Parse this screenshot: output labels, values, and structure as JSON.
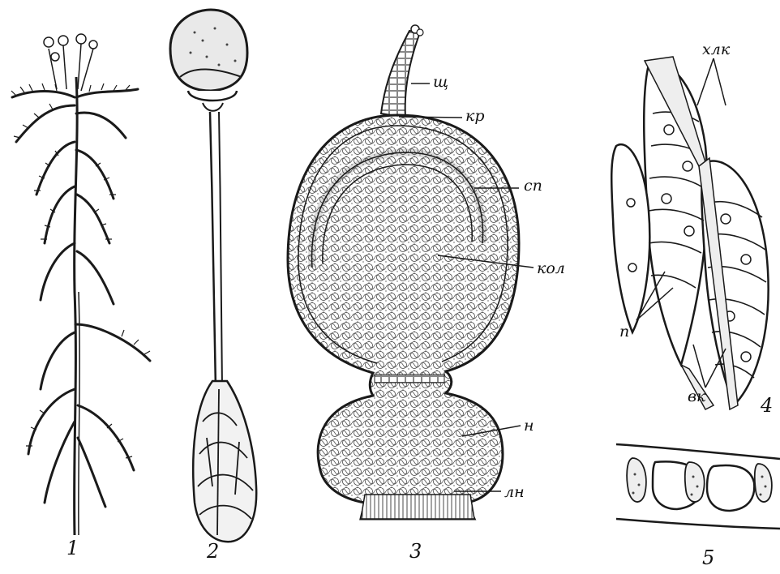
{
  "figures": [
    {
      "number": "1"
    },
    {
      "number": "2"
    },
    {
      "number": "3",
      "labels": [
        "щ",
        "кр",
        "сп",
        "кол",
        "н",
        "лн"
      ]
    },
    {
      "number": "4",
      "labels": [
        "хлк",
        "п",
        "вк"
      ]
    },
    {
      "number": "5"
    }
  ],
  "colors": {
    "ink": "#1a1a1a",
    "paper": "#ffffff"
  }
}
